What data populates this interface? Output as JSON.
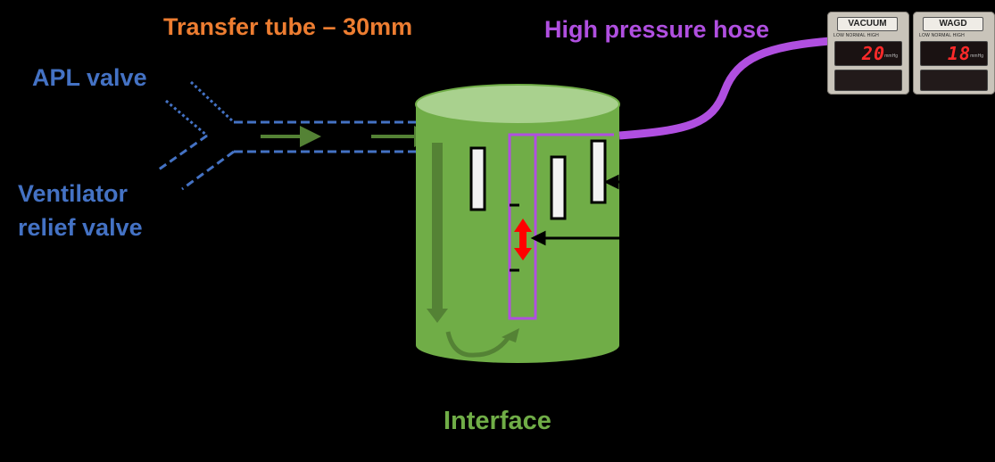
{
  "labels": {
    "transfer_tube": "Transfer tube – 30mm",
    "high_pressure_hose": "High pressure hose",
    "apl_valve": "APL valve",
    "ventilator_line1": "Ventilator",
    "ventilator_line2": "relief valve",
    "interface": "Interface"
  },
  "gauges": {
    "vacuum": {
      "title": "VACUUM",
      "levels": "LOW  NORMAL  HIGH",
      "value": "20",
      "unit": "mmHg"
    },
    "wagd": {
      "title": "WAGD",
      "levels": "LOW  NORMAL  HIGH",
      "value": "18",
      "unit": "mmHg"
    }
  },
  "colors": {
    "background": "#000000",
    "label_blue": "#4472c4",
    "transfer_orange": "#ed7d31",
    "hose_purple": "#b04fe0",
    "interface_green": "#70ad47",
    "cylinder_fill": "#70ad47",
    "cylinder_top": "#a9d18e",
    "flow_arrow": "#548235",
    "indicator_red": "#ff0000"
  }
}
